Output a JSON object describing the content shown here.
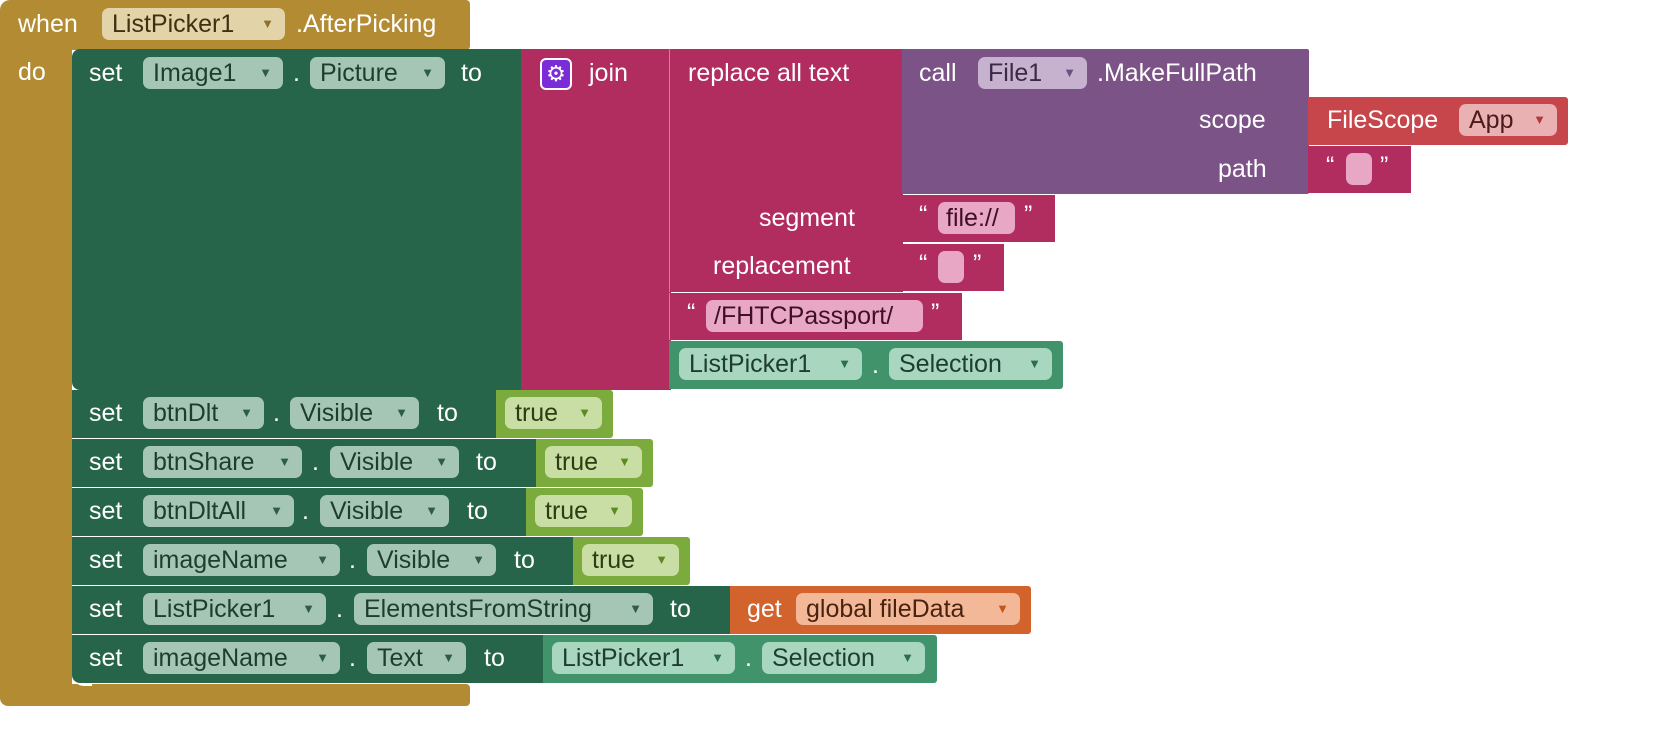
{
  "event": {
    "when_label": "when",
    "component": "ListPicker1",
    "event_name": ".AfterPicking",
    "do_label": "do"
  },
  "statements": [
    {
      "component": "Image1",
      "property": "Picture"
    },
    {
      "component": "btnDlt",
      "property": "Visible",
      "value": "true"
    },
    {
      "component": "btnShare",
      "property": "Visible",
      "value": "true"
    },
    {
      "component": "btnDltAll",
      "property": "Visible",
      "value": "true"
    },
    {
      "component": "imageName",
      "property": "Visible",
      "value": "true"
    },
    {
      "component": "ListPicker1",
      "property": "ElementsFromString"
    },
    {
      "component": "imageName",
      "property": "Text"
    }
  ],
  "keywords": {
    "set": "set",
    "to": "to",
    "dot": "."
  },
  "join": {
    "label": "join",
    "icon": "gear-icon"
  },
  "replace": {
    "label": "replace all text",
    "segment_label": "segment",
    "replacement_label": "replacement",
    "segment_value": "file://",
    "replacement_value": ""
  },
  "make_full_path": {
    "call_label": "call",
    "component": "File1",
    "method": ".MakeFullPath",
    "scope_label": "scope",
    "path_label": "path",
    "path_value": ""
  },
  "file_scope": {
    "label": "FileScope",
    "value": "App"
  },
  "text_literal": "/FHTCPassport/",
  "selection_getter": {
    "component": "ListPicker1",
    "property": "Selection"
  },
  "global_get": {
    "label": "get",
    "variable": "global fileData"
  },
  "quotes": {
    "open": "“",
    "close": "”"
  },
  "colors": {
    "event_block": "#b28b33",
    "component_set": "#27654a",
    "component_get": "#41936b",
    "text_block": "#b22d5f",
    "procedure_call": "#7b5386",
    "file_scope": "#c6464b",
    "logic": "#7aab3c",
    "variable_get": "#d3632c"
  }
}
